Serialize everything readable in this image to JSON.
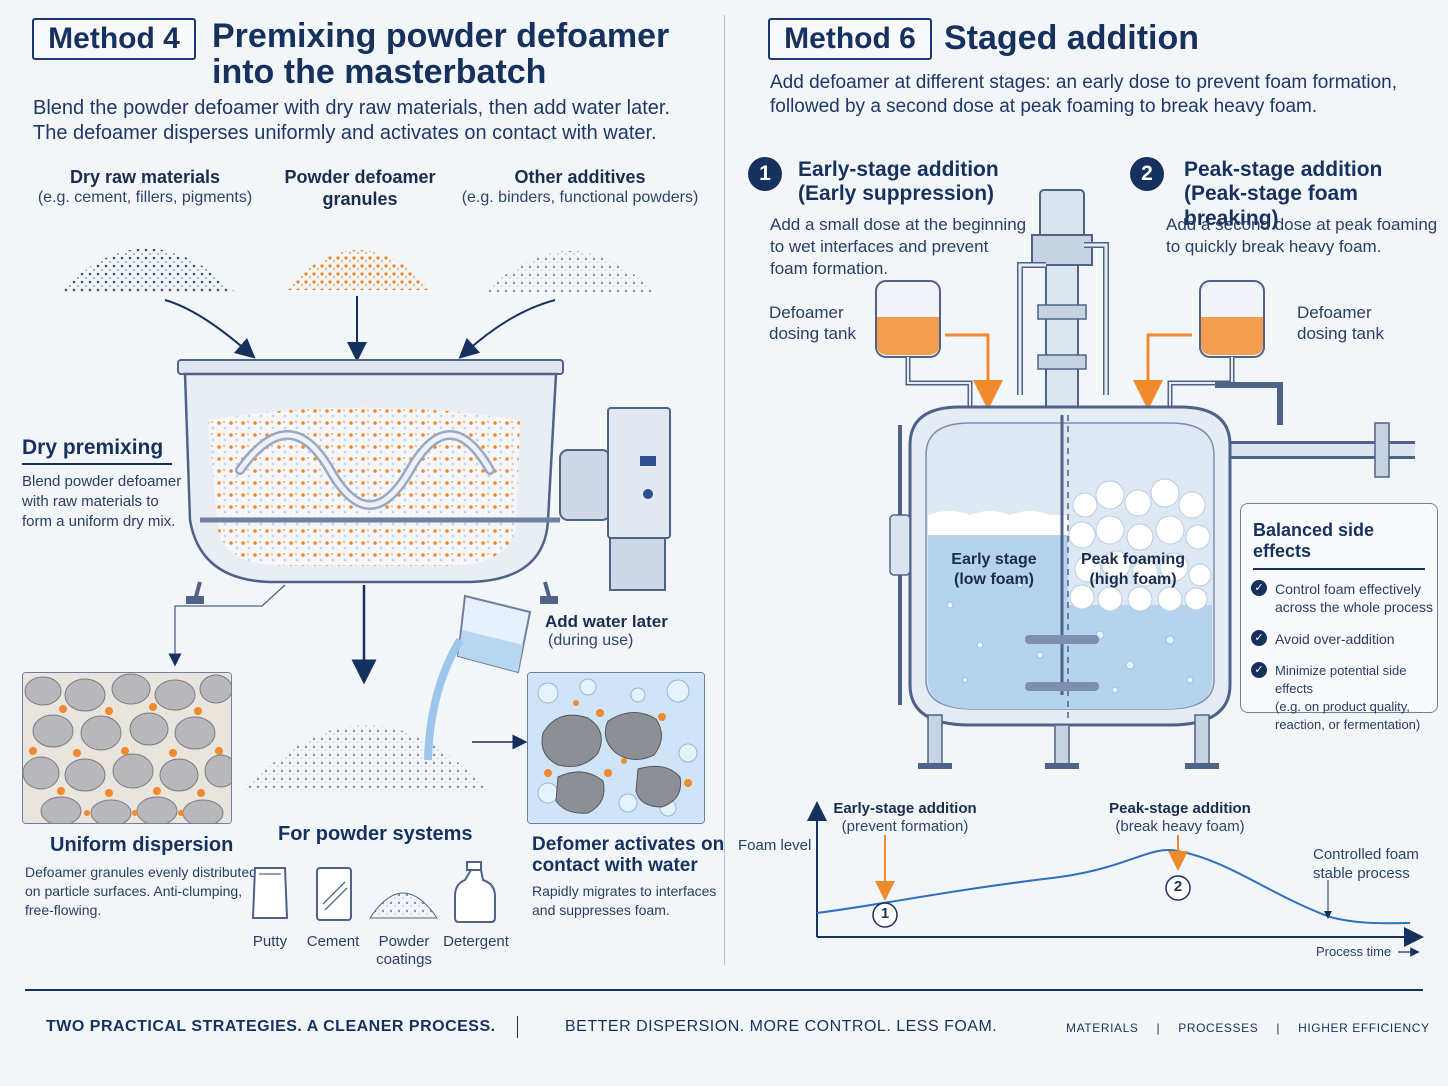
{
  "left": {
    "badge": "Method 4",
    "title_line1": "Premixing powder defoamer",
    "title_line2": "into the masterbatch",
    "intro_line1": "Blend the powder defoamer with dry raw materials, then add water later.",
    "intro_line2": "The defoamer disperses uniformly and activates on contact with water.",
    "inputs": [
      {
        "title": "Dry raw materials",
        "sub": "(e.g. cement, fillers, pigments)"
      },
      {
        "title": "Powder defoamer",
        "sub": "granules"
      },
      {
        "title": "Other additives",
        "sub": "(e.g. binders, functional powders)"
      }
    ],
    "dry_premix": {
      "title": "Dry premixing",
      "line1": "Blend powder defoamer",
      "line2": "with raw materials to",
      "line3": "form a uniform dry mix."
    },
    "add_water": {
      "line1": "Add water later",
      "line2": "(during use)"
    },
    "uniform": {
      "title": "Uniform dispersion",
      "line1": "Defoamer granules evenly distributed",
      "line2": "on particle surfaces. Anti-clumping,",
      "line3": "free-flowing."
    },
    "powder_systems": {
      "title": "For powder systems",
      "items": [
        "Putty",
        "Cement",
        "Powder",
        "Detergent"
      ],
      "powder_line2": "coatings"
    },
    "activates": {
      "title_line1": "Defomer activates on",
      "title_line2": "contact with water",
      "line1": "Rapidly migrates to interfaces",
      "line2": "and suppresses foam."
    }
  },
  "right": {
    "badge": "Method 6",
    "title": "Staged addition",
    "intro_line1": "Add defoamer at different stages: an early dose to prevent foam formation,",
    "intro_line2": "followed by a second dose at peak foaming to break heavy foam.",
    "step1": {
      "num": "1",
      "title_line1": "Early-stage addition",
      "title_line2": "(Early suppression)",
      "line1": "Add a small dose at the beginning",
      "line2": "to wet interfaces and prevent",
      "line3": "foam formation."
    },
    "step2": {
      "num": "2",
      "title_line1": "Peak-stage addition",
      "title_line2": "(Peak-stage foam breaking)",
      "line1": "Add a second dose at peak foaming",
      "line2": "to quickly break heavy foam."
    },
    "tank_left": {
      "line1": "Defoamer",
      "line2": "dosing tank"
    },
    "tank_right": {
      "line1": "Defoamer",
      "line2": "dosing tank"
    },
    "early_stage": {
      "line1": "Early stage",
      "line2": "(low foam)"
    },
    "peak_foaming": {
      "line1": "Peak foaming",
      "line2": "(high foam)"
    },
    "balanced": {
      "title": "Balanced side effects",
      "items": [
        {
          "line1": "Control foam effectively",
          "line2": "across the whole process",
          "line3": ""
        },
        {
          "line1": "Avoid over-addition",
          "line2": "",
          "line3": ""
        },
        {
          "line1": "Minimize potential side effects",
          "line2": "(e.g. on product quality,",
          "line3": "reaction, or fermentation)"
        }
      ]
    },
    "graph": {
      "ylabel": "Foam level",
      "xlabel": "Process time",
      "early_title": "Early-stage addition",
      "early_sub": "(prevent formation)",
      "peak_title": "Peak-stage addition",
      "peak_sub": "(break heavy foam)",
      "end_line1": "Controlled foam",
      "end_line2": "stable process",
      "marker1": "1",
      "marker2": "2"
    }
  },
  "footer": {
    "left": "TWO PRACTICAL STRATEGIES. A CLEANER PROCESS.",
    "mid": "BETTER DISPERSION. MORE CONTROL. LESS FOAM.",
    "tags": [
      "MATERIALS",
      "PROCESSES",
      "HIGHER EFFICIENCY"
    ]
  },
  "colors": {
    "navy": "#17315f",
    "orange": "#f08a2c",
    "foam_blue": "#cfe2f3",
    "line_blue": "#2e6fc0"
  }
}
